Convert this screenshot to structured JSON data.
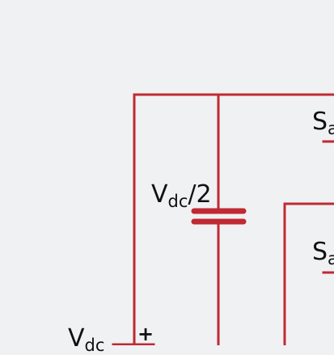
{
  "colors": {
    "background": "#f0f1f3",
    "wire": "#bf2a33",
    "text": "#111111"
  },
  "labels": {
    "capacitor_upper": {
      "main": "V",
      "sub": "dc",
      "suffix": "/2"
    },
    "source": {
      "main": "V",
      "sub": "dc",
      "polarity_plus": "+"
    },
    "switch_1": {
      "main": "S",
      "sub": "a"
    },
    "switch_2": {
      "main": "S",
      "sub": "a"
    }
  }
}
